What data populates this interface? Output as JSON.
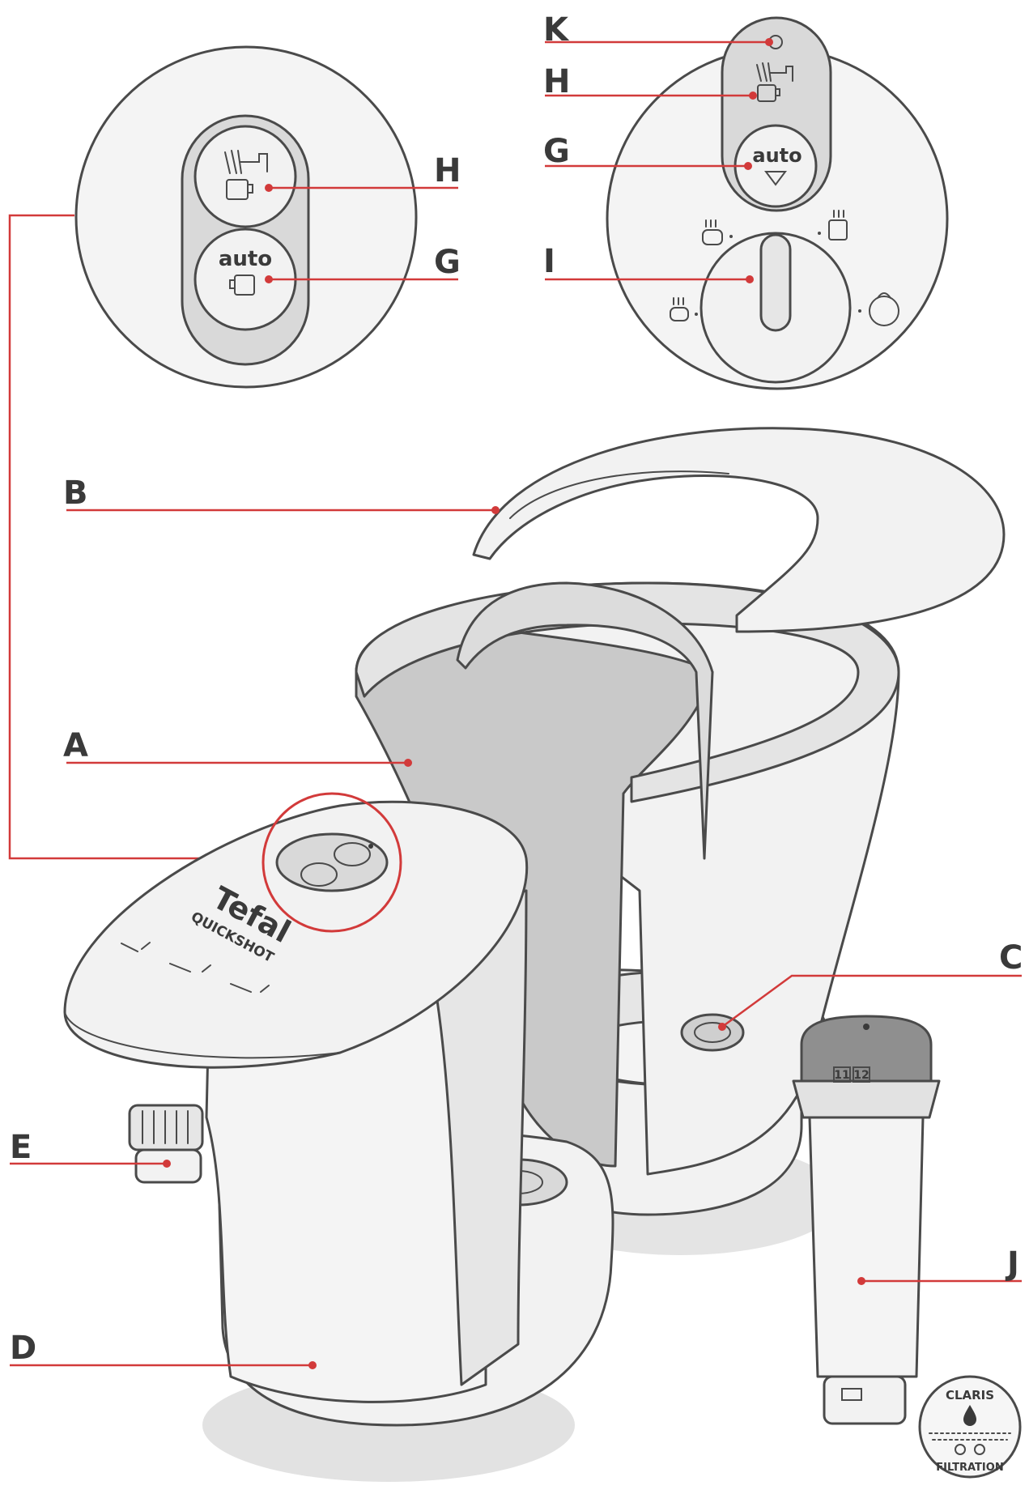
{
  "labels": {
    "A": "A",
    "B": "B",
    "C": "C",
    "D": "D",
    "E": "E",
    "G": "G",
    "H": "H",
    "I": "I",
    "J": "J",
    "K": "K"
  },
  "product": {
    "brand": "Tefal",
    "model": "QUICKSHOT"
  },
  "button_text": {
    "auto": "auto"
  },
  "filter": {
    "dial_numbers": [
      "11",
      "12"
    ],
    "badge_top": "CLARIS",
    "badge_bottom": "FILTRATION"
  },
  "colors": {
    "leader_line": "#d23a3a",
    "outline": "#4a4a4a",
    "fill_light": "#f2f2f2",
    "fill_mid": "#d9d9d9",
    "fill_dark": "#b5b5b5"
  },
  "icons": [
    "tap-cup-icon",
    "auto-cup-icon",
    "auto-arrow-icon",
    "cup-icon",
    "mug-icon",
    "teapot-icon",
    "water-drop-icon"
  ]
}
